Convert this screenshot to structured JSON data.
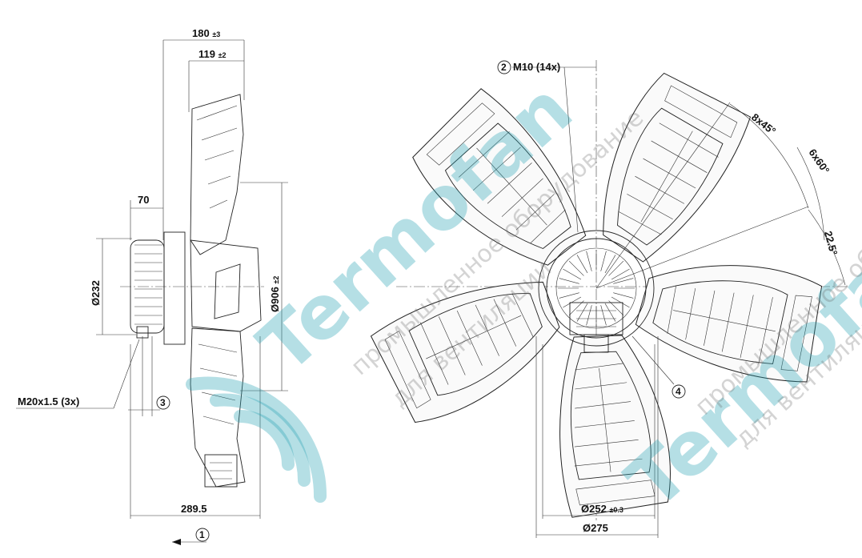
{
  "dimensions": {
    "side_width": {
      "value": "180",
      "tol": "±3"
    },
    "side_hub": {
      "value": "119",
      "tol": "±2"
    },
    "side_motor": {
      "value": "70"
    },
    "side_motor_dia": {
      "value": "Ø232"
    },
    "side_fan_dia": {
      "value": "Ø906",
      "tol": "±2"
    },
    "side_bottom": {
      "value": "289.5"
    },
    "front_bolt_circle": {
      "value": "Ø252",
      "tol": "±0.3"
    },
    "front_outer_circle": {
      "value": "Ø275"
    },
    "angle_8x45": {
      "value": "8x45°"
    },
    "angle_6x60": {
      "value": "6x60°"
    },
    "angle_22_5": {
      "value": "22.5°"
    }
  },
  "callouts": {
    "one": "1",
    "two": "2",
    "three": "3",
    "four": "4",
    "m10": "M10 (14x)",
    "m20": "M20x1.5 (3x)"
  },
  "watermark": {
    "brand": "Termofan",
    "line1": "промышленное оборудование",
    "line2": "для вентиляции"
  },
  "colors": {
    "watermark": "#2aa3b5",
    "line": "#222222"
  }
}
